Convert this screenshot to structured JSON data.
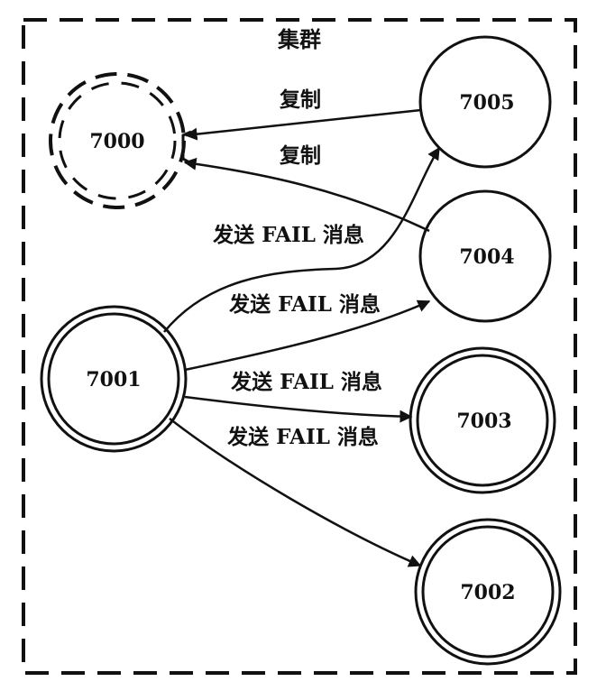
{
  "cluster": {
    "label": "集群"
  },
  "nodes": {
    "n7000": {
      "label": "7000",
      "status": "failed"
    },
    "n7001": {
      "label": "7001",
      "status": "master"
    },
    "n7002": {
      "label": "7002",
      "status": "master"
    },
    "n7003": {
      "label": "7003",
      "status": "master"
    },
    "n7004": {
      "label": "7004",
      "status": "replica"
    },
    "n7005": {
      "label": "7005",
      "status": "replica"
    }
  },
  "edges": {
    "replicate_7005": {
      "label": "复制",
      "from": "7005",
      "to": "7000"
    },
    "replicate_7004": {
      "label": "复制",
      "from": "7004",
      "to": "7000"
    },
    "fail_msg_7005": {
      "label": "发送 FAIL 消息",
      "from": "7001",
      "to": "7005"
    },
    "fail_msg_7004": {
      "label": "发送 FAIL 消息",
      "from": "7001",
      "to": "7004"
    },
    "fail_msg_7003": {
      "label": "发送 FAIL 消息",
      "from": "7001",
      "to": "7003"
    },
    "fail_msg_7002": {
      "label": "发送 FAIL 消息",
      "from": "7001",
      "to": "7002"
    }
  },
  "colors": {
    "stroke": "#111111",
    "background": "#ffffff"
  }
}
